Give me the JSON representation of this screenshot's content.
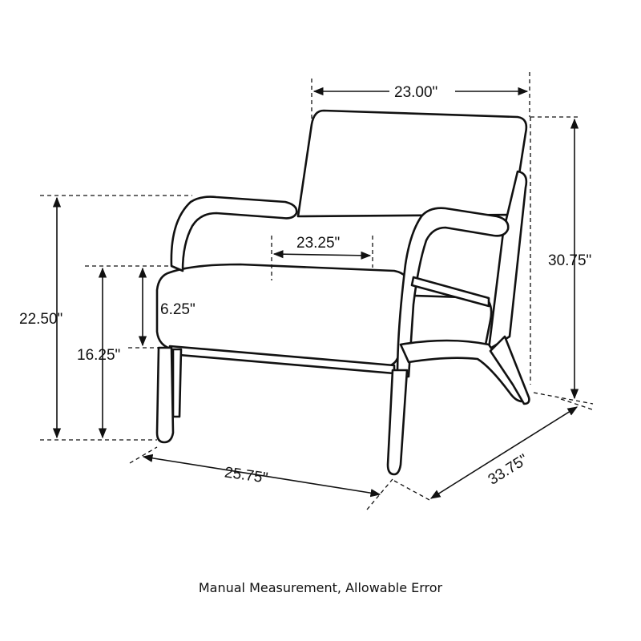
{
  "diagram": {
    "dimensions": {
      "back_width": "23.00\"",
      "seat_inner_width": "23.25\"",
      "total_height": "30.75\"",
      "arm_height": "22.50\"",
      "seat_height": "16.25\"",
      "cushion_height": "6.25\"",
      "width": "25.75\"",
      "depth": "33.75\""
    },
    "caption": "Manual Measurement, Allowable Error",
    "colors": {
      "line": "#111111",
      "background": "#ffffff"
    }
  }
}
